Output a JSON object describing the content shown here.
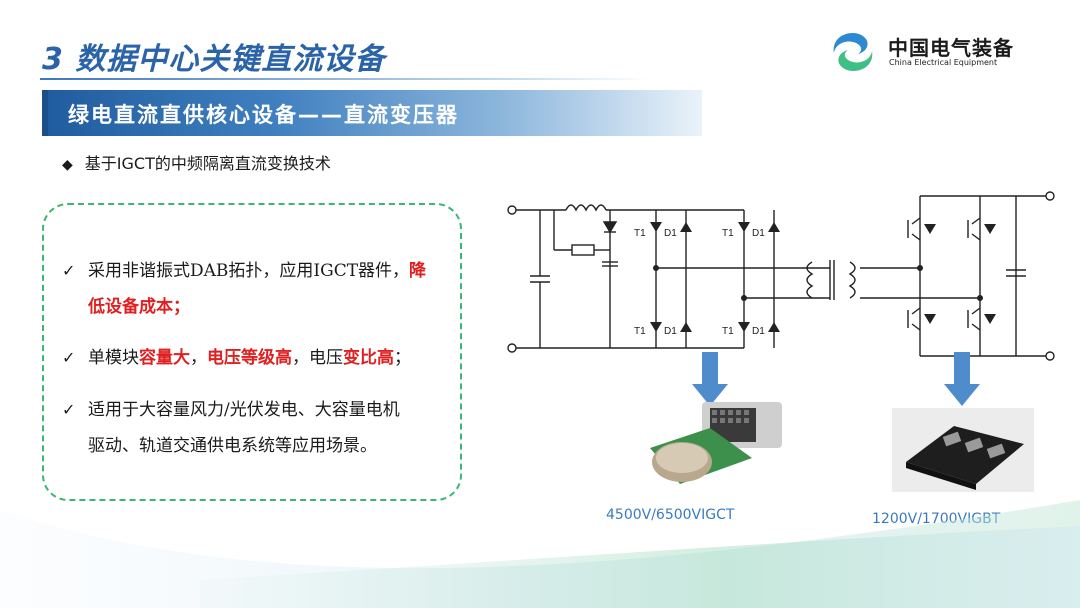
{
  "header": {
    "title": "3  数据中心关键直流设备",
    "logo_cn": "中国电气装备",
    "logo_en": "China Electrical Equipment"
  },
  "banner": {
    "text": "绿电直流直供核心设备——直流变压器"
  },
  "bullet": {
    "icon": "diamond-icon",
    "text": "基于IGCT的中频隔离直流变换技术"
  },
  "features": [
    {
      "icon": "check-icon",
      "l1": "采用非谐振式DAB拓扑，应用IGCT器件，",
      "l1_red": "降",
      "l2_red": "低设备成本；"
    },
    {
      "icon": "check-icon",
      "a": "单模块",
      "b_red": "容量大",
      "c": "，",
      "d_red": "电压等级高",
      "e": "，电压",
      "f_red": "变比高",
      "g": "；"
    },
    {
      "icon": "check-icon",
      "l1": "适用于大容量风力/光伏发电、大容量电机",
      "l2": "驱动、轨道交通供电系统等应用场景。"
    }
  ],
  "circuit": {
    "labels": [
      "T1",
      "D1"
    ]
  },
  "devices": {
    "igct_caption": "4500V/6500VIGCT",
    "igbt_caption": "1200V/1700VIGBT"
  },
  "colors": {
    "title": "#2a63a8",
    "banner": "#1f5c9f",
    "box_border": "#3ab774",
    "highlight": "#e02020",
    "arrow": "#4f8ccb"
  }
}
